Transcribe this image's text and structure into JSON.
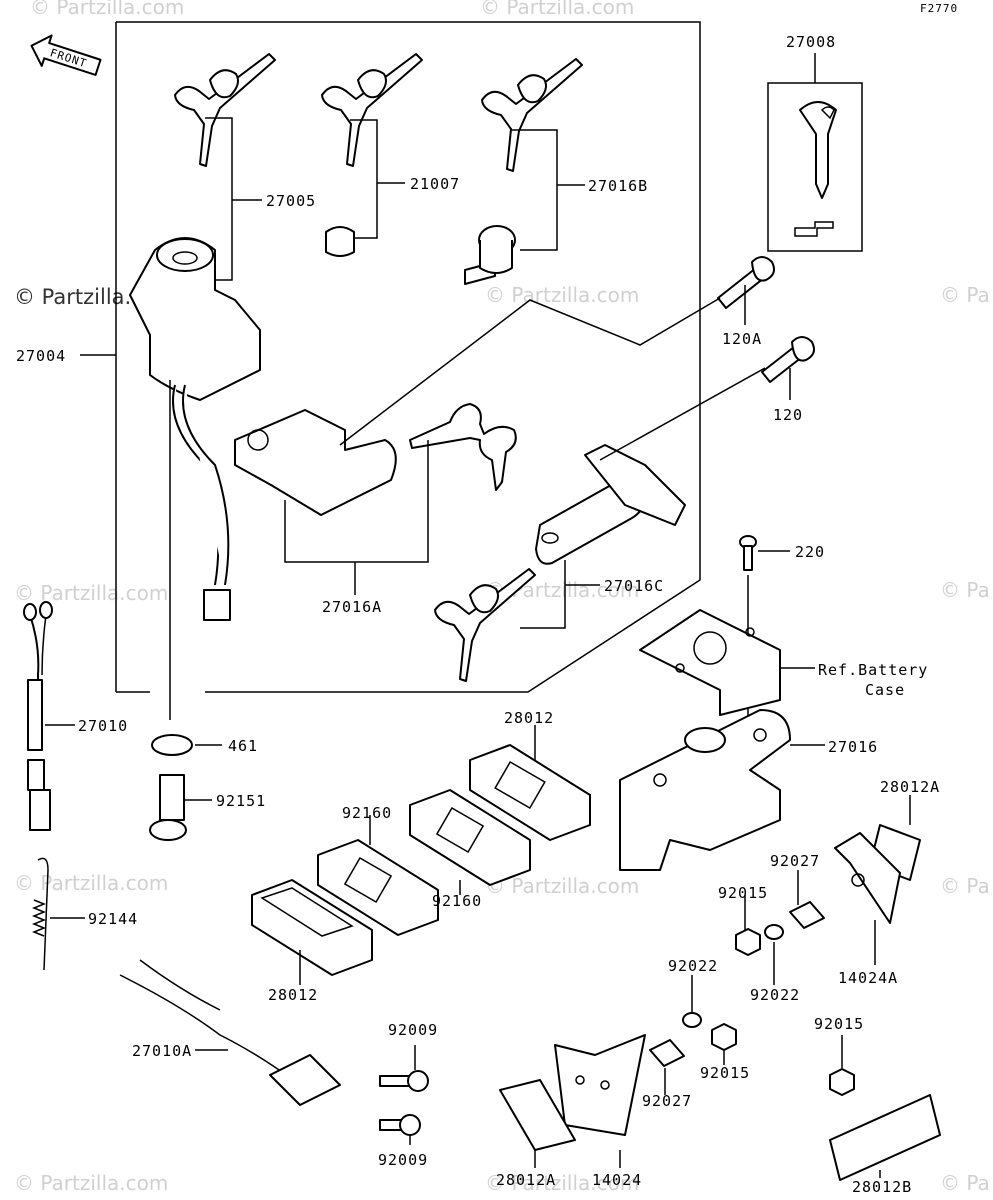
{
  "figure_code": "F2770",
  "front_label": "FRONT",
  "watermark_primary": "© Partzilla.com",
  "watermark_faint": "© Partzilla.com",
  "watermark_edge": "© Pa",
  "parts": {
    "p27008": "27008",
    "p27005": "27005",
    "p21007": "21007",
    "p27016B": "27016B",
    "p27004": "27004",
    "p120A": "120A",
    "p120": "120",
    "p27016A": "27016A",
    "p27016C": "27016C",
    "p220": "220",
    "p27010": "27010",
    "p461": "461",
    "ref_battery_line1": "Ref.Battery",
    "ref_battery_line2": "Case",
    "p27016": "27016",
    "p28012_top": "28012",
    "p92160_a": "92160",
    "p92160_b": "92160",
    "p92151": "92151",
    "p28012A_right": "28012A",
    "p92027_top": "92027",
    "p92015_top": "92015",
    "p92144": "92144",
    "p28012_left": "28012",
    "p14024A": "14024A",
    "p92022_left": "92022",
    "p92022_right": "92022",
    "p92009_top": "92009",
    "p27010A": "27010A",
    "p92015_right": "92015",
    "p92015_mid": "92015",
    "p92027_bottom": "92027",
    "p92009_bottom": "92009",
    "p28012A_bottom": "28012A",
    "p14024": "14024",
    "p28012B": "28012B"
  }
}
